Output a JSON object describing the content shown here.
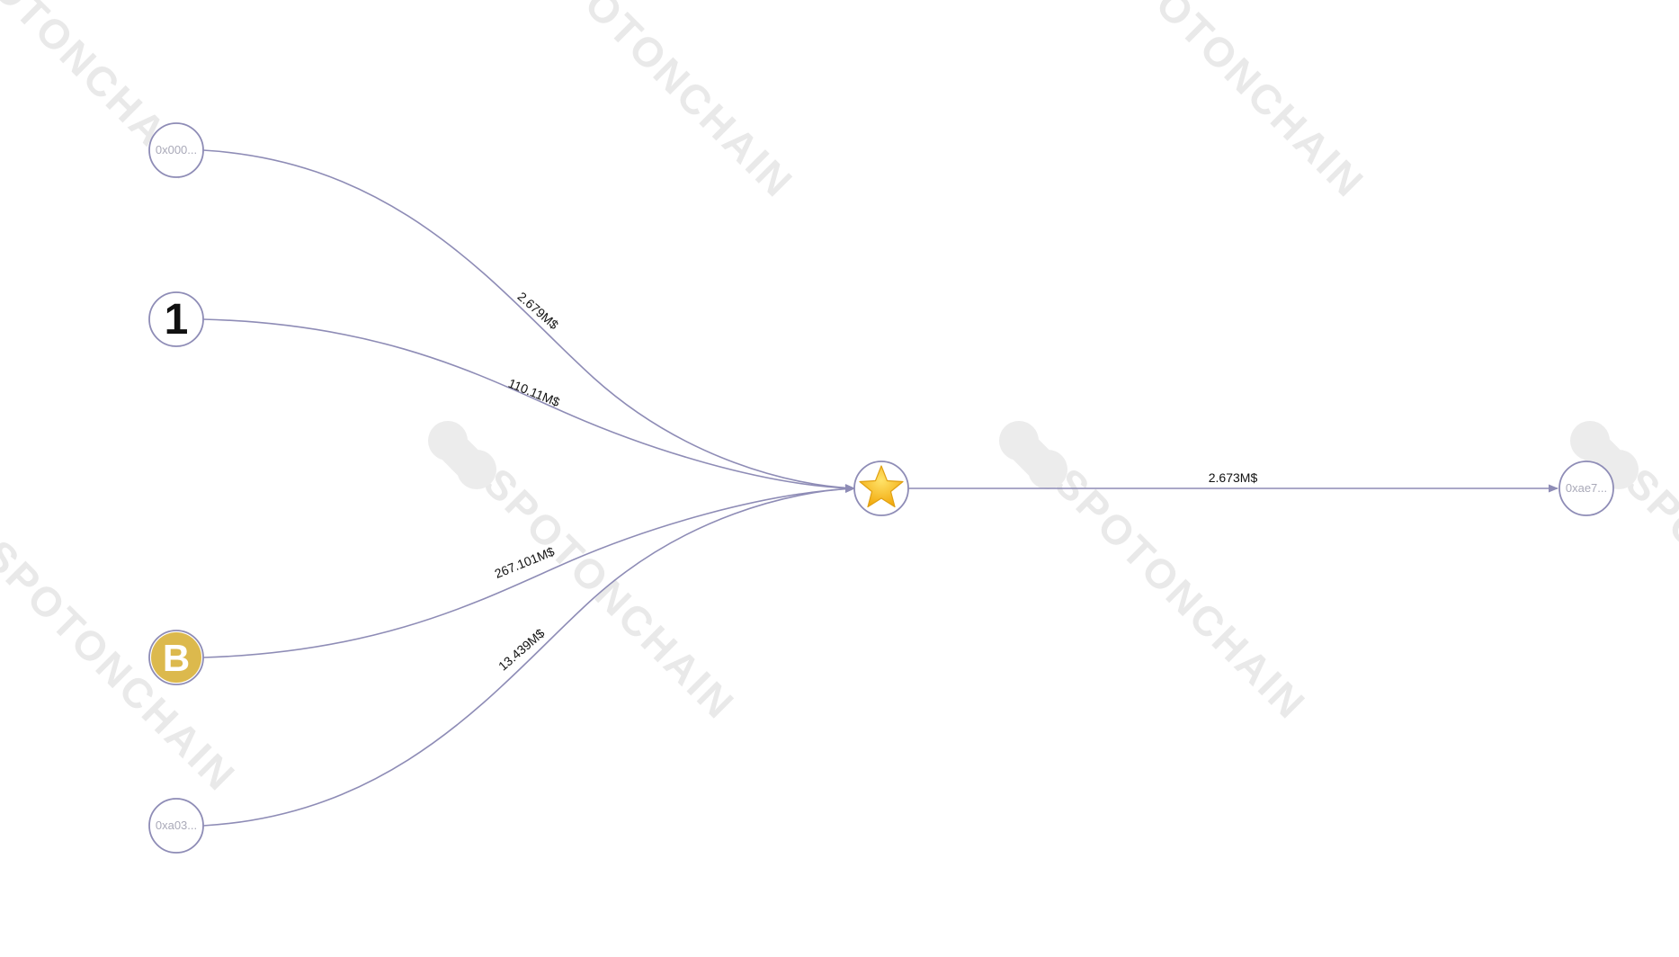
{
  "watermark": "SPOTONCHAIN",
  "colors": {
    "edge": "#8e8cb6",
    "node_border": "#8e8cb6",
    "binance_fill": "#dcb94d",
    "star_fill": "#f7c21b"
  },
  "nodes": {
    "addr_0x000": {
      "label": "0x000..."
    },
    "entity_1": {
      "label": "1"
    },
    "binance": {
      "label": "B",
      "icon": "binance-logo-icon"
    },
    "addr_0xa03": {
      "label": "0xa03..."
    },
    "center": {
      "icon": "star-icon"
    },
    "addr_0xae7": {
      "label": "0xae7..."
    }
  },
  "edges": [
    {
      "from": "0x000...",
      "to": "center",
      "label": "2.679M$"
    },
    {
      "from": "1",
      "to": "center",
      "label": "110.11M$"
    },
    {
      "from": "B",
      "to": "center",
      "label": "267.101M$"
    },
    {
      "from": "0xa03...",
      "to": "center",
      "label": "13.439M$"
    },
    {
      "from": "center",
      "to": "0xae7...",
      "label": "2.673M$"
    }
  ]
}
